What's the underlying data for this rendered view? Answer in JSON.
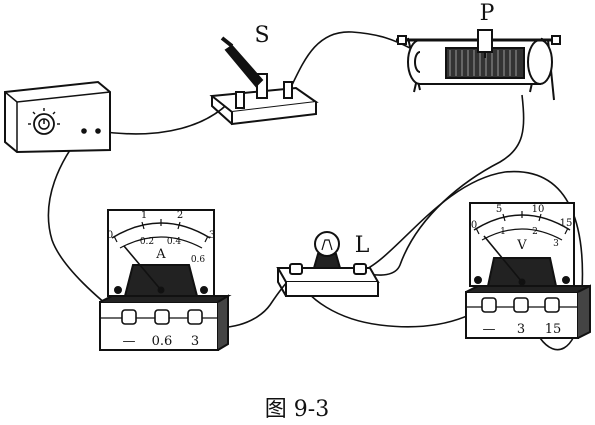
{
  "figure": {
    "caption": "图 9-3",
    "labels": {
      "switch": "S",
      "rheostat": "P",
      "lamp": "L"
    }
  },
  "ammeter": {
    "symbol": "A",
    "outer_ticks": [
      "0",
      "1",
      "2",
      "3"
    ],
    "inner_ticks": [
      "0.2",
      "0.4",
      "0.6"
    ],
    "terminals": [
      "—",
      "0.6",
      "3"
    ]
  },
  "voltmeter": {
    "symbol": "V",
    "outer_ticks": [
      "0",
      "5",
      "10",
      "15"
    ],
    "inner_ticks": [
      "1",
      "2",
      "3"
    ],
    "terminals": [
      "—",
      "3",
      "15"
    ]
  }
}
